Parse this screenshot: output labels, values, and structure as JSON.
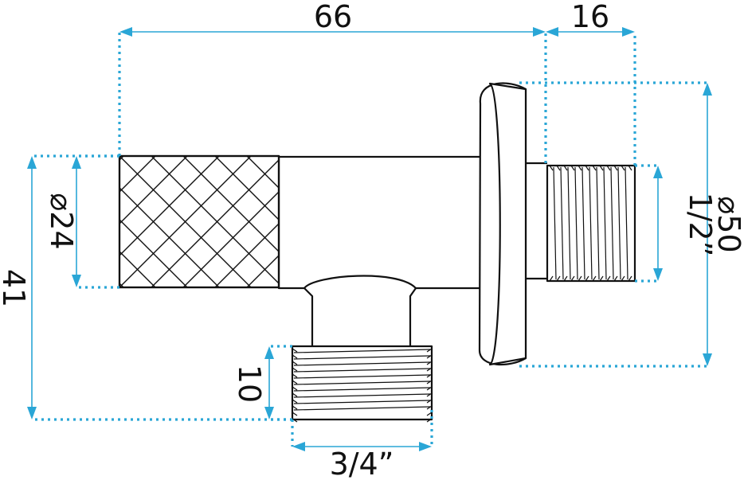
{
  "diagram": {
    "dimensions": {
      "length": "66",
      "outlet_length": "16",
      "handle_diameter": "24",
      "height": "41",
      "outlet_thread": "1/2”",
      "flange_diameter": "50",
      "inlet_length": "10",
      "inlet_thread": "3/4”"
    },
    "symbols": {
      "diameter": "⌀"
    },
    "colors": {
      "dimension": "#2aa6d6",
      "outline": "#111111"
    }
  }
}
